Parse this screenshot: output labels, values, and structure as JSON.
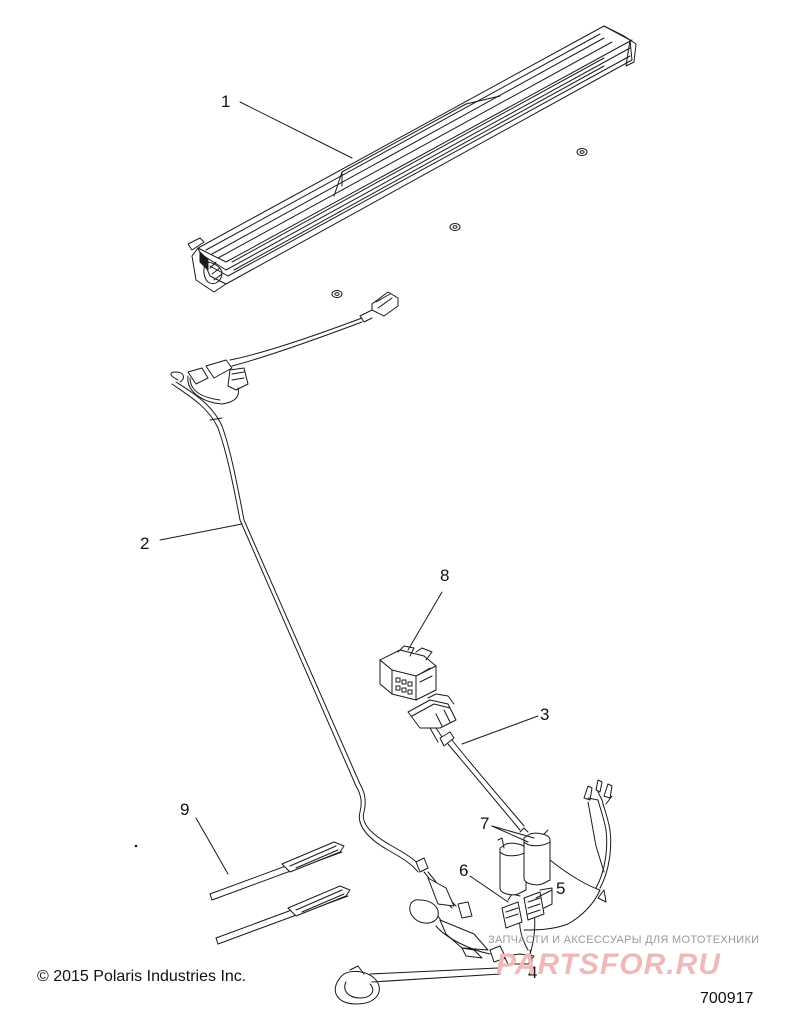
{
  "callouts": {
    "c1": "1",
    "c2": "2",
    "c3": "3",
    "c4": "4",
    "c5": "5",
    "c6": "6",
    "c7": "7",
    "c8": "8",
    "c9": "9"
  },
  "footer": {
    "copyright": "© 2015 Polaris Industries Inc.",
    "figure_number": "700917"
  },
  "watermark": {
    "text": "ЗАПЧАСТИ И АКСЕССУАРЫ ДЛЯ МОТОТЕХНИКИ",
    "logo": "PARTSFOR.RU"
  },
  "colors": {
    "line": "#1a1a1a",
    "watermark_logo": "#f0b9b9",
    "watermark_text": "#9a9a9a"
  }
}
